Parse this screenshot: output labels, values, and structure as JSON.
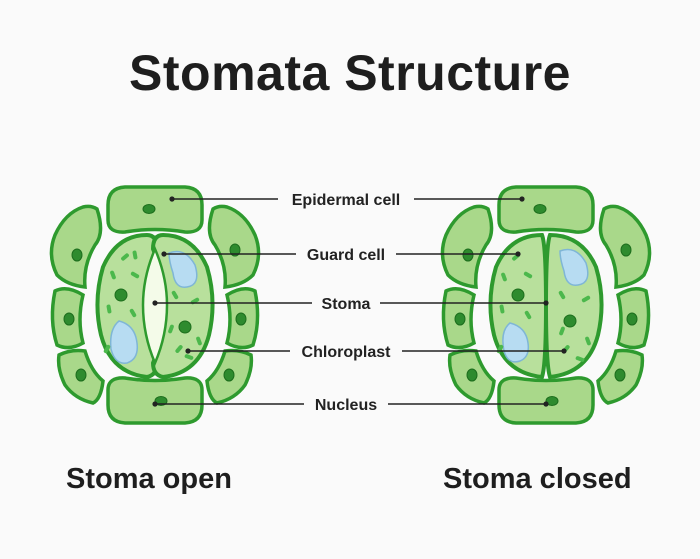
{
  "title": "Stomata Structure",
  "labels": {
    "epidermal": "Epidermal cell",
    "guard": "Guard cell",
    "stoma": "Stoma",
    "chloroplast": "Chloroplast",
    "nucleus": "Nucleus"
  },
  "captions": {
    "open": "Stoma open",
    "closed": "Stoma closed"
  },
  "colors": {
    "cell_fill": "#a9d88a",
    "cell_stroke": "#2e9a2e",
    "guard_fill": "#b8e09c",
    "organelle": "#4cb84c",
    "vacuole": "#b7dcf2",
    "nucleus": "#2e8b2e",
    "leader": "#222222"
  }
}
